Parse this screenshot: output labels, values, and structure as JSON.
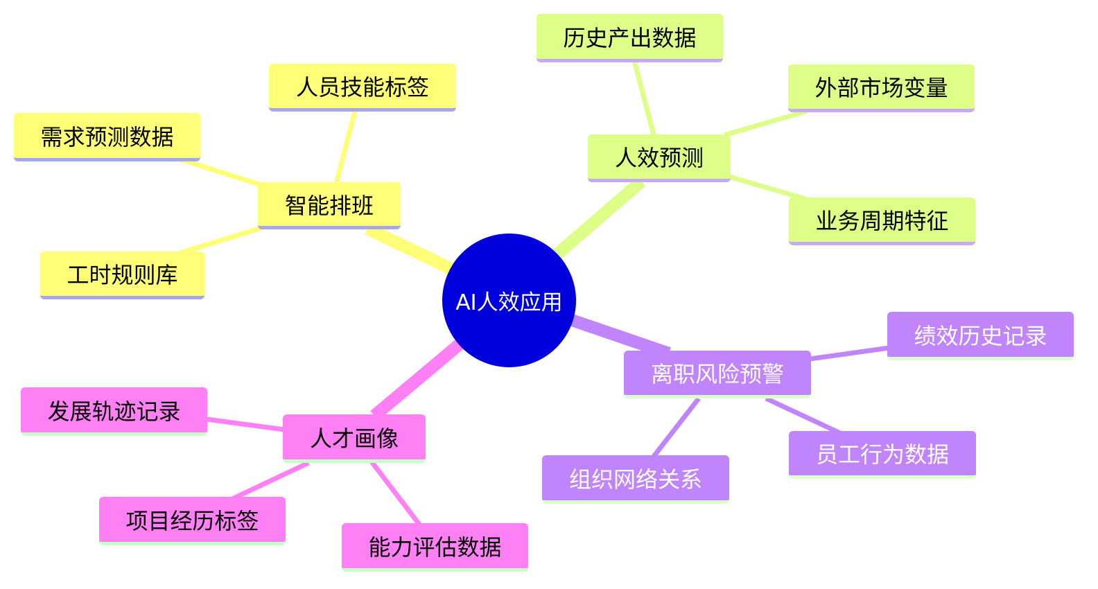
{
  "center": {
    "label": "AI人效应用"
  },
  "colors": {
    "center": "#0000dd",
    "smart_scheduling": "#ffff77",
    "effectiveness_prediction": "#ddff88",
    "turnover_risk": "#c084fc",
    "talent_profile": "#ff7ff5"
  },
  "branches": {
    "smart_scheduling": {
      "label": "智能排班",
      "children": [
        "人员技能标签",
        "需求预测数据",
        "工时规则库"
      ]
    },
    "effectiveness_prediction": {
      "label": "人效预测",
      "children": [
        "历史产出数据",
        "外部市场变量",
        "业务周期特征"
      ]
    },
    "turnover_risk": {
      "label": "离职风险预警",
      "children": [
        "绩效历史记录",
        "员工行为数据",
        "组织网络关系"
      ]
    },
    "talent_profile": {
      "label": "人才画像",
      "children": [
        "发展轨迹记录",
        "项目经历标签",
        "能力评估数据"
      ]
    }
  }
}
